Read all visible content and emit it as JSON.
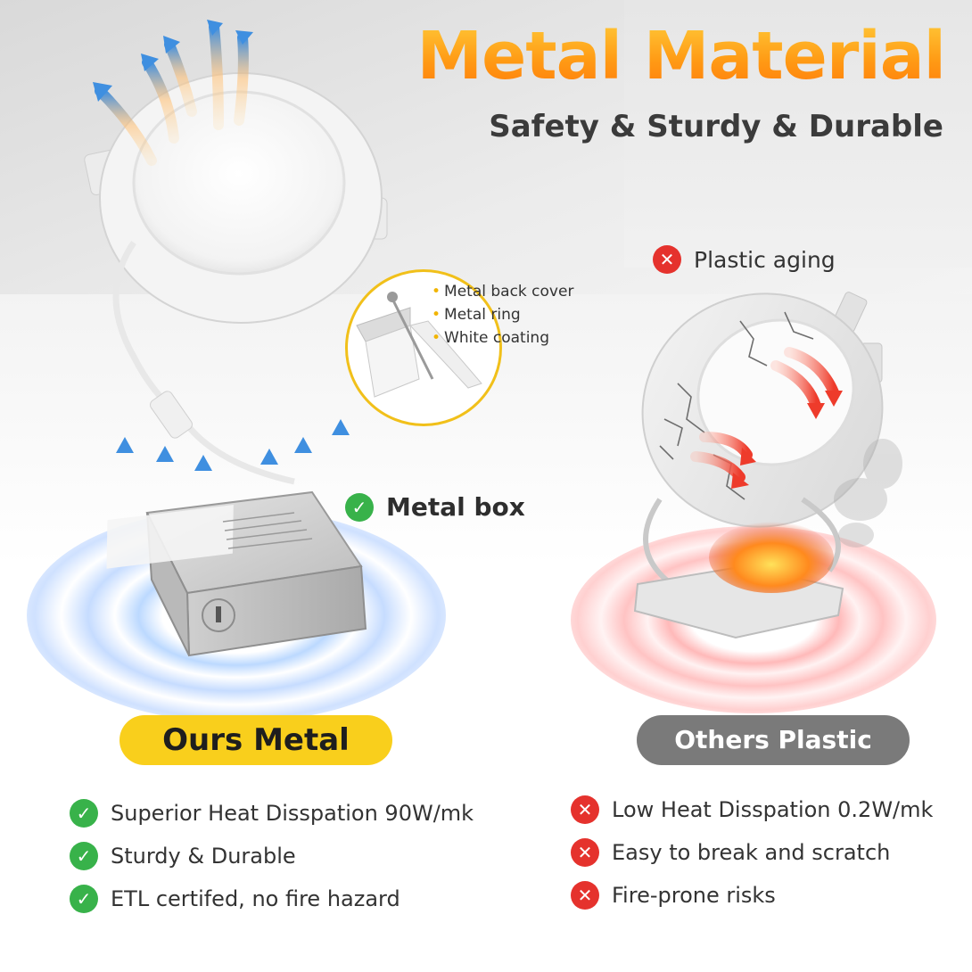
{
  "header": {
    "title": "Metal Material",
    "subtitle": "Safety & Sturdy & Durable"
  },
  "callout": {
    "items": [
      "Metal back cover",
      "Metal ring",
      "White coating"
    ]
  },
  "labels": {
    "metal_box": "Metal box",
    "plastic_aging": "Plastic aging"
  },
  "pills": {
    "ours": "Ours Metal",
    "others": "Others Plastic"
  },
  "ours_features": [
    "Superior Heat Disspation 90W/mk",
    "Sturdy & Durable",
    "ETL certifed, no fire hazard"
  ],
  "others_features": [
    "Low Heat Disspation 0.2W/mk",
    "Easy to break and scratch",
    "Fire-prone risks"
  ],
  "colors": {
    "title_orange": "#ffa31a",
    "pill_yellow": "#f9cf1c",
    "pill_gray": "#7a7a7a",
    "check_green": "#38b24a",
    "cross_red": "#e5322d",
    "glow_blue": "#bcd9ff",
    "glow_red": "#ffb9b9"
  },
  "icons": {
    "ok": "check-circle-icon",
    "bad": "cross-circle-icon"
  }
}
